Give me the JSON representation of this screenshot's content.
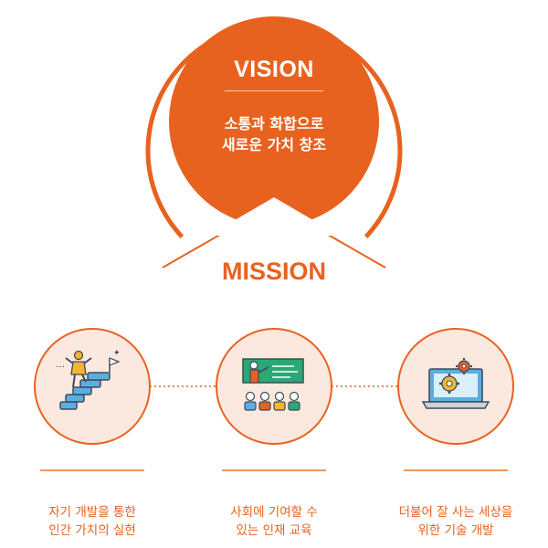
{
  "vision": {
    "title": "VISION",
    "line1": "소통과 화합으로",
    "line2": "새로운 가치 창조"
  },
  "mission": {
    "title": "MISSION",
    "items": [
      {
        "icon": "climbing-stairs-icon",
        "line1": "자기 개발을 통한",
        "line2": "인간 가치의 실현"
      },
      {
        "icon": "teacher-students-icon",
        "line1": "사회에 기여할 수",
        "line2": "있는 인재 교육"
      },
      {
        "icon": "laptop-gears-icon",
        "line1": "더불어 잘 사는 세상을",
        "line2": "위한 기술 개발"
      }
    ]
  },
  "colors": {
    "accent": "#e8621f",
    "light_circle": "#fbe9df",
    "icon_dark": "#3d4a5c",
    "icon_green": "#2aa876",
    "icon_yellow": "#f2b632",
    "icon_blue": "#5aaee0"
  }
}
